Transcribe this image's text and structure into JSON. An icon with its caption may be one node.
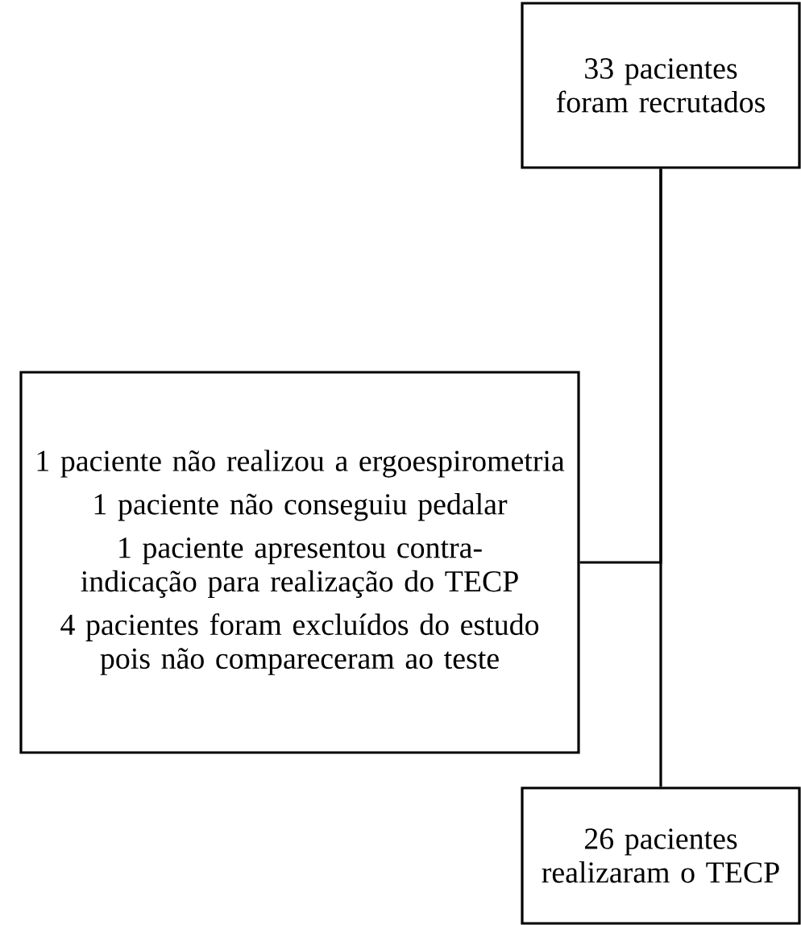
{
  "diagram": {
    "nodes": [
      {
        "text": [
          "33 pacientes foram recrutados"
        ]
      },
      {
        "text": [
          "1 paciente não realizou a ergoespirometria",
          "1 paciente não conseguiu pedalar",
          "1 paciente apresentou contra-indicação para realização do TECP",
          "4 pacientes foram excluídos do estudo pois não compareceram ao teste"
        ]
      },
      {
        "text": [
          "26 pacientes realizaram o TECP"
        ]
      }
    ],
    "edges": [
      {
        "from": 0,
        "to": 2,
        "arrow": "none"
      },
      {
        "from": 0,
        "to": 1,
        "arrow": "none"
      }
    ]
  }
}
